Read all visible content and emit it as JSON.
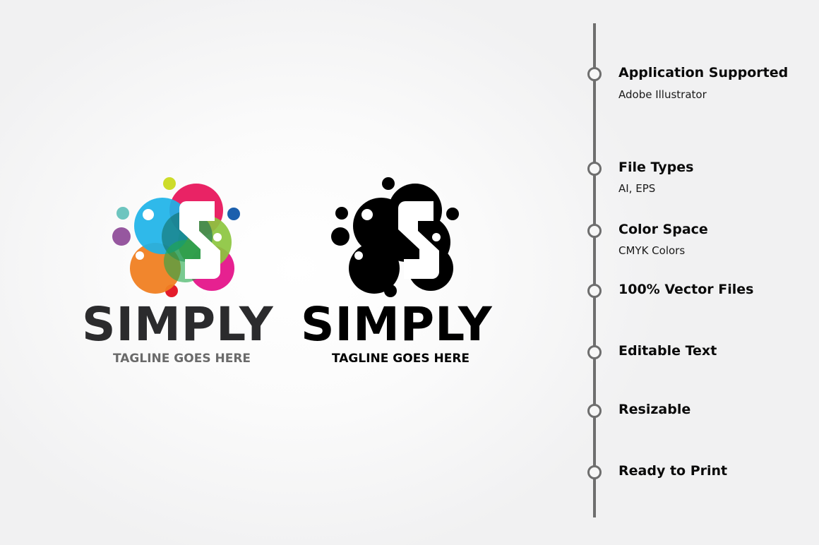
{
  "logos": [
    {
      "variant": "color",
      "brand": "SIMPLY",
      "tagline": "TAGLINE GOES HERE",
      "wordmark_color": "#2b2b2d",
      "tagline_color": "#6a6a6a",
      "palette": [
        "#1db3e8",
        "#e8175d",
        "#8cc63f",
        "#f07f22",
        "#e5158a",
        "#21a84a",
        "#cddc2a",
        "#6dc5bf",
        "#96579f",
        "#1b5fad",
        "#e41c2b"
      ]
    },
    {
      "variant": "black",
      "brand": "SIMPLY",
      "tagline": "TAGLINE GOES HERE",
      "wordmark_color": "#000000",
      "tagline_color": "#000000"
    }
  ],
  "features": [
    {
      "title": "Application Supported",
      "subtitle": "Adobe Illustrator",
      "icon": "timeline-node-icon"
    },
    {
      "title": "File Types",
      "subtitle": "AI, EPS",
      "icon": "timeline-node-icon"
    },
    {
      "title": "Color Space",
      "subtitle": "CMYK Colors",
      "icon": "timeline-node-icon"
    },
    {
      "title": "100% Vector Files",
      "subtitle": "",
      "icon": "timeline-node-icon"
    },
    {
      "title": "Editable Text",
      "subtitle": "",
      "icon": "timeline-node-icon"
    },
    {
      "title": "Resizable",
      "subtitle": "",
      "icon": "timeline-node-icon"
    },
    {
      "title": "Ready to Print",
      "subtitle": "",
      "icon": "timeline-node-icon"
    }
  ],
  "colors": {
    "timeline": "#6e6e6e",
    "background": "#f4f4f5"
  }
}
